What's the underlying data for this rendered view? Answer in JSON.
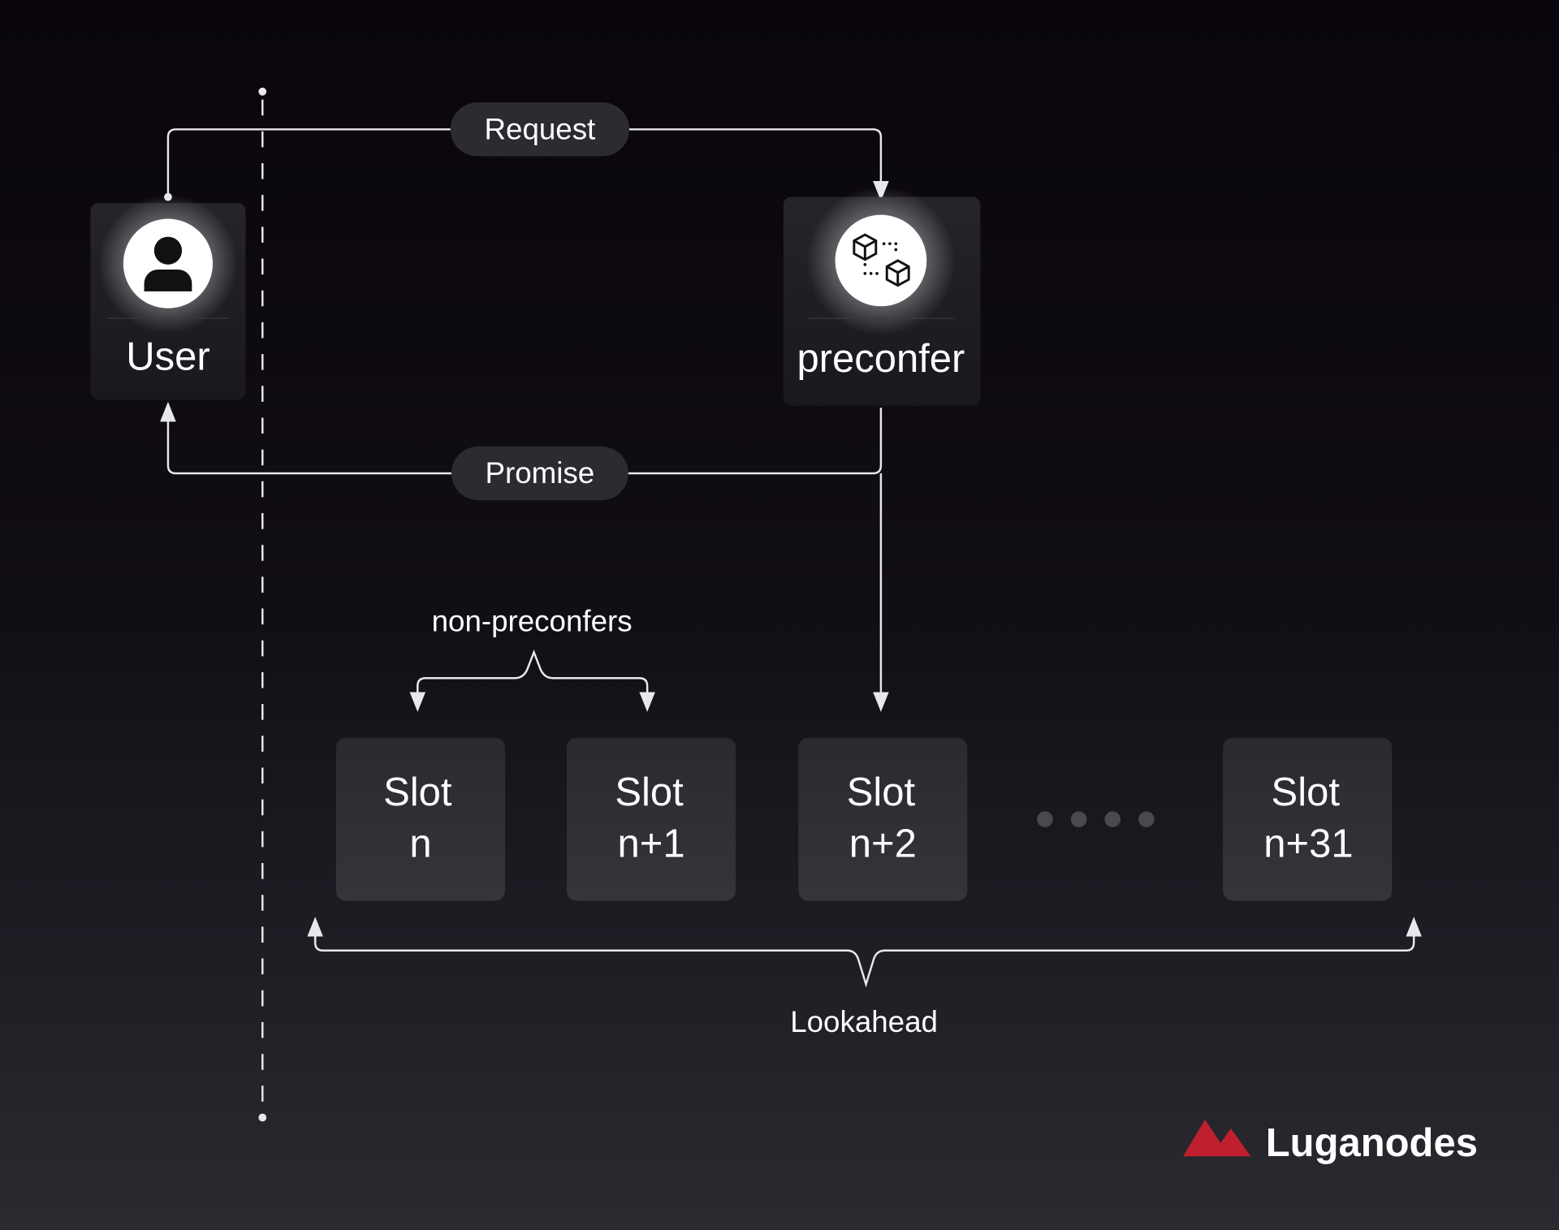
{
  "actors": {
    "user": {
      "label": "User",
      "icon": "user-icon"
    },
    "preconfer": {
      "label": "preconfer",
      "icon": "cubes-network-icon"
    }
  },
  "flows": {
    "request": "Request",
    "promise": "Promise"
  },
  "groups": {
    "non_preconfers": "non-preconfers",
    "lookahead": "Lookahead"
  },
  "slots": [
    {
      "title": "Slot",
      "index": "n"
    },
    {
      "title": "Slot",
      "index": "n+1"
    },
    {
      "title": "Slot",
      "index": "n+2"
    },
    {
      "title": "Slot",
      "index": "n+31"
    }
  ],
  "brand": {
    "name": "Luganodes",
    "color": "#c0202e"
  }
}
